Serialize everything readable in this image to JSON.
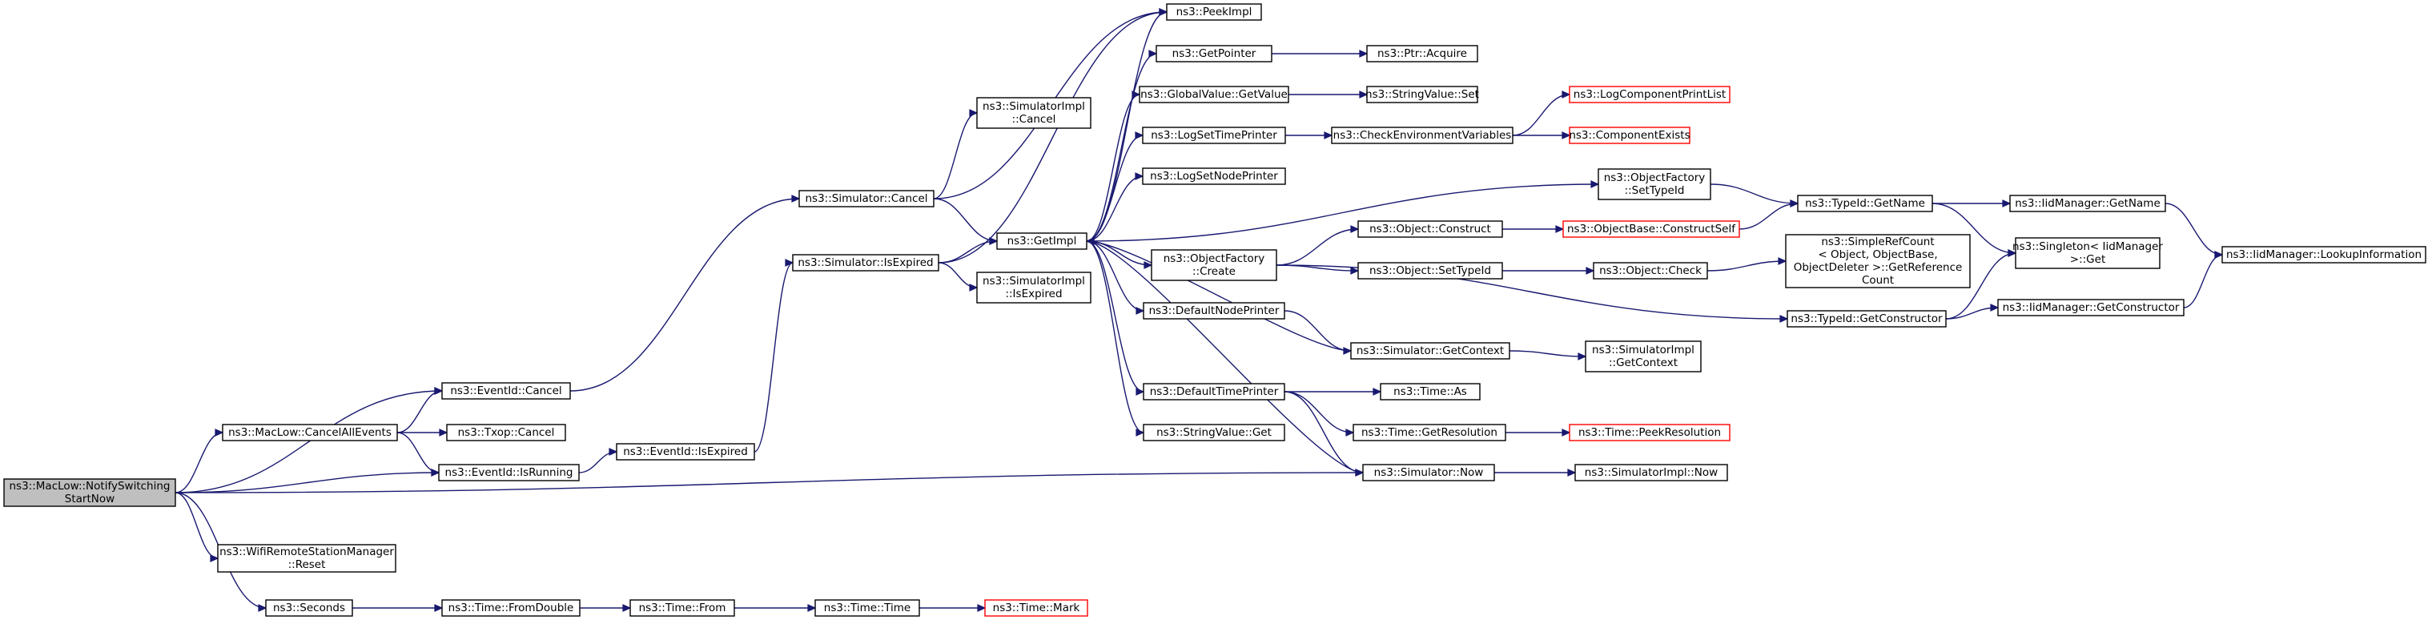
{
  "graph": {
    "title": "ns3::MacLow::NotifySwitchingStartNow call graph",
    "nodes": [
      {
        "id": "notify",
        "lines": [
          "ns3::MacLow::NotifySwitching",
          "StartNow"
        ],
        "style": "root"
      },
      {
        "id": "eventid_cancel",
        "lines": [
          "ns3::EventId::Cancel"
        ]
      },
      {
        "id": "maclow_cancelall",
        "lines": [
          "ns3::MacLow::CancelAllEvents"
        ]
      },
      {
        "id": "txop_cancel",
        "lines": [
          "ns3::Txop::Cancel"
        ]
      },
      {
        "id": "eventid_isrunning",
        "lines": [
          "ns3::EventId::IsRunning"
        ]
      },
      {
        "id": "eventid_isexpired",
        "lines": [
          "ns3::EventId::IsExpired"
        ]
      },
      {
        "id": "wifi_reset",
        "lines": [
          "ns3::WifiRemoteStationManager",
          "::Reset"
        ]
      },
      {
        "id": "seconds",
        "lines": [
          "ns3::Seconds"
        ]
      },
      {
        "id": "time_fromdouble",
        "lines": [
          "ns3::Time::FromDouble"
        ]
      },
      {
        "id": "time_from",
        "lines": [
          "ns3::Time::From"
        ]
      },
      {
        "id": "time_time",
        "lines": [
          "ns3::Time::Time"
        ]
      },
      {
        "id": "time_mark",
        "lines": [
          "ns3::Time::Mark"
        ],
        "style": "red"
      },
      {
        "id": "sim_cancel",
        "lines": [
          "ns3::Simulator::Cancel"
        ]
      },
      {
        "id": "sim_isexpired",
        "lines": [
          "ns3::Simulator::IsExpired"
        ]
      },
      {
        "id": "simimpl_cancel",
        "lines": [
          "ns3::SimulatorImpl",
          "::Cancel"
        ]
      },
      {
        "id": "simimpl_isexpired",
        "lines": [
          "ns3::SimulatorImpl",
          "::IsExpired"
        ]
      },
      {
        "id": "getimpl",
        "lines": [
          "ns3::GetImpl"
        ]
      },
      {
        "id": "peekimpl",
        "lines": [
          "ns3::PeekImpl"
        ]
      },
      {
        "id": "getpointer",
        "lines": [
          "ns3::GetPointer"
        ]
      },
      {
        "id": "ptr_acquire",
        "lines": [
          "ns3::Ptr::Acquire"
        ]
      },
      {
        "id": "globalvalue_getvalue",
        "lines": [
          "ns3::GlobalValue::GetValue"
        ]
      },
      {
        "id": "stringvalue_set",
        "lines": [
          "ns3::StringValue::Set"
        ]
      },
      {
        "id": "logsettimeprinter",
        "lines": [
          "ns3::LogSetTimePrinter"
        ]
      },
      {
        "id": "checkenv",
        "lines": [
          "ns3::CheckEnvironmentVariables"
        ]
      },
      {
        "id": "logcomponentprintlist",
        "lines": [
          "ns3::LogComponentPrintList"
        ],
        "style": "red"
      },
      {
        "id": "componentexists",
        "lines": [
          "ns3::ComponentExists"
        ],
        "style": "red"
      },
      {
        "id": "logsetnodeprinter",
        "lines": [
          "ns3::LogSetNodePrinter"
        ]
      },
      {
        "id": "objfactory_settypeid",
        "lines": [
          "ns3::ObjectFactory",
          "::SetTypeId"
        ]
      },
      {
        "id": "typeid_getname",
        "lines": [
          "ns3::TypeId::GetName"
        ]
      },
      {
        "id": "iidmanager_getname",
        "lines": [
          "ns3::IidManager::GetName"
        ]
      },
      {
        "id": "iidmanager_lookup",
        "lines": [
          "ns3::IidManager::LookupInformation"
        ]
      },
      {
        "id": "objfactory_create",
        "lines": [
          "ns3::ObjectFactory",
          "::Create"
        ]
      },
      {
        "id": "object_construct",
        "lines": [
          "ns3::Object::Construct"
        ]
      },
      {
        "id": "objectbase_constructself",
        "lines": [
          "ns3::ObjectBase::ConstructSelf"
        ],
        "style": "red"
      },
      {
        "id": "singleton_get",
        "lines": [
          "ns3::Singleton< IidManager",
          " >::Get"
        ]
      },
      {
        "id": "object_settypeid",
        "lines": [
          "ns3::Object::SetTypeId"
        ]
      },
      {
        "id": "object_check",
        "lines": [
          "ns3::Object::Check"
        ]
      },
      {
        "id": "simplerefcount",
        "lines": [
          "ns3::SimpleRefCount",
          "< Object, ObjectBase,",
          " ObjectDeleter >::GetReference",
          "Count"
        ]
      },
      {
        "id": "typeid_getconstructor",
        "lines": [
          "ns3::TypeId::GetConstructor"
        ]
      },
      {
        "id": "iidmanager_getconstructor",
        "lines": [
          "ns3::IidManager::GetConstructor"
        ]
      },
      {
        "id": "defaultnodeprinter",
        "lines": [
          "ns3::DefaultNodePrinter"
        ]
      },
      {
        "id": "sim_getcontext",
        "lines": [
          "ns3::Simulator::GetContext"
        ]
      },
      {
        "id": "simimpl_getcontext",
        "lines": [
          "ns3::SimulatorImpl",
          "::GetContext"
        ]
      },
      {
        "id": "defaulttimeprinter",
        "lines": [
          "ns3::DefaultTimePrinter"
        ]
      },
      {
        "id": "time_as",
        "lines": [
          "ns3::Time::As"
        ]
      },
      {
        "id": "time_getresolution",
        "lines": [
          "ns3::Time::GetResolution"
        ]
      },
      {
        "id": "time_peekresolution",
        "lines": [
          "ns3::Time::PeekResolution"
        ],
        "style": "red"
      },
      {
        "id": "stringvalue_get",
        "lines": [
          "ns3::StringValue::Get"
        ]
      },
      {
        "id": "sim_now",
        "lines": [
          "ns3::Simulator::Now"
        ]
      },
      {
        "id": "simimpl_now",
        "lines": [
          "ns3::SimulatorImpl::Now"
        ]
      }
    ],
    "edges": [
      [
        "notify",
        "eventid_cancel"
      ],
      [
        "notify",
        "maclow_cancelall"
      ],
      [
        "notify",
        "eventid_isrunning"
      ],
      [
        "notify",
        "sim_now"
      ],
      [
        "notify",
        "wifi_reset"
      ],
      [
        "notify",
        "seconds"
      ],
      [
        "maclow_cancelall",
        "eventid_cancel"
      ],
      [
        "maclow_cancelall",
        "txop_cancel"
      ],
      [
        "maclow_cancelall",
        "eventid_isrunning"
      ],
      [
        "eventid_cancel",
        "sim_cancel"
      ],
      [
        "eventid_isrunning",
        "eventid_isexpired"
      ],
      [
        "eventid_isexpired",
        "sim_isexpired"
      ],
      [
        "seconds",
        "time_fromdouble"
      ],
      [
        "time_fromdouble",
        "time_from"
      ],
      [
        "time_from",
        "time_time"
      ],
      [
        "time_time",
        "time_mark"
      ],
      [
        "sim_cancel",
        "simimpl_cancel"
      ],
      [
        "sim_cancel",
        "peekimpl"
      ],
      [
        "sim_cancel",
        "getimpl"
      ],
      [
        "sim_isexpired",
        "peekimpl"
      ],
      [
        "sim_isexpired",
        "getimpl"
      ],
      [
        "sim_isexpired",
        "simimpl_isexpired"
      ],
      [
        "getimpl",
        "peekimpl"
      ],
      [
        "getimpl",
        "getpointer"
      ],
      [
        "getimpl",
        "globalvalue_getvalue"
      ],
      [
        "getimpl",
        "logsettimeprinter"
      ],
      [
        "getimpl",
        "logsetnodeprinter"
      ],
      [
        "getimpl",
        "objfactory_settypeid"
      ],
      [
        "getimpl",
        "objfactory_create"
      ],
      [
        "getimpl",
        "defaultnodeprinter"
      ],
      [
        "getimpl",
        "defaulttimeprinter"
      ],
      [
        "getimpl",
        "stringvalue_get"
      ],
      [
        "getpointer",
        "ptr_acquire"
      ],
      [
        "globalvalue_getvalue",
        "stringvalue_set"
      ],
      [
        "logsettimeprinter",
        "checkenv"
      ],
      [
        "checkenv",
        "logcomponentprintlist"
      ],
      [
        "checkenv",
        "componentexists"
      ],
      [
        "objfactory_settypeid",
        "typeid_getname"
      ],
      [
        "typeid_getname",
        "iidmanager_getname"
      ],
      [
        "typeid_getname",
        "singleton_get"
      ],
      [
        "iidmanager_getname",
        "iidmanager_lookup"
      ],
      [
        "objfactory_create",
        "object_construct"
      ],
      [
        "objfactory_create",
        "object_settypeid"
      ],
      [
        "objfactory_create",
        "typeid_getconstructor"
      ],
      [
        "object_construct",
        "objectbase_constructself"
      ],
      [
        "objectbase_constructself",
        "typeid_getname"
      ],
      [
        "object_settypeid",
        "object_check"
      ],
      [
        "object_check",
        "simplerefcount"
      ],
      [
        "typeid_getconstructor",
        "singleton_get"
      ],
      [
        "typeid_getconstructor",
        "iidmanager_getconstructor"
      ],
      [
        "iidmanager_getconstructor",
        "iidmanager_lookup"
      ],
      [
        "defaultnodeprinter",
        "sim_getcontext"
      ],
      [
        "sim_getcontext",
        "getimpl"
      ],
      [
        "sim_getcontext",
        "simimpl_getcontext"
      ],
      [
        "defaulttimeprinter",
        "time_as"
      ],
      [
        "defaulttimeprinter",
        "time_getresolution"
      ],
      [
        "defaulttimeprinter",
        "sim_now"
      ],
      [
        "time_getresolution",
        "time_peekresolution"
      ],
      [
        "sim_now",
        "getimpl"
      ],
      [
        "sim_now",
        "simimpl_now"
      ]
    ]
  }
}
